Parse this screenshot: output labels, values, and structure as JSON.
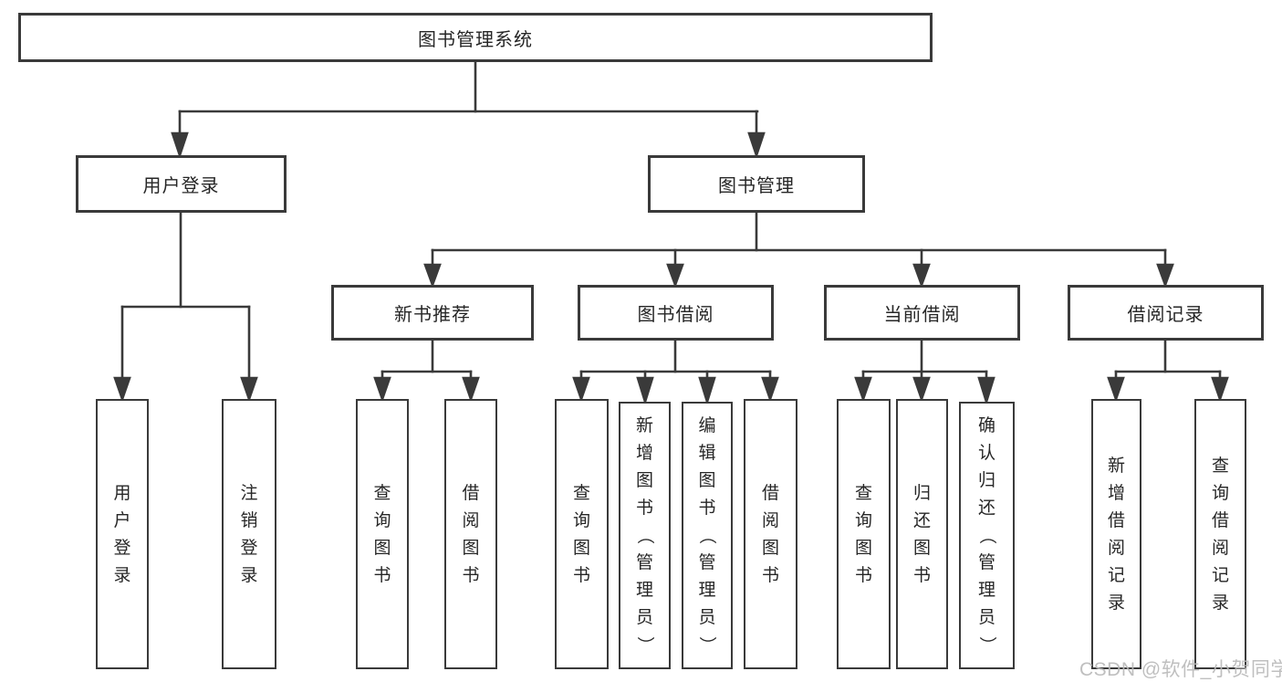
{
  "diagram": {
    "root_label": "图书管理系统",
    "level2": [
      "用户登录",
      "图书管理"
    ],
    "level3": [
      "新书推荐",
      "图书借阅",
      "当前借阅",
      "借阅记录"
    ],
    "leaves": {
      "login": [
        "用户登录",
        "注销登录"
      ],
      "recommend": [
        "查询图书",
        "借阅图书"
      ],
      "borrow": [
        "查询图书",
        "新增图书（管理员）",
        "编辑图书（管理员）",
        "借阅图书"
      ],
      "current": [
        "查询图书",
        "归还图书",
        "确认归还（管理员）"
      ],
      "record": [
        "新增借阅记录",
        "查询借阅记录"
      ]
    }
  },
  "watermark": "CSDN @软件_小贺同学",
  "colors": {
    "line": "#3a3a3a",
    "box_fill": "#ffffff",
    "text": "#262626",
    "watermark": "#bababa"
  }
}
